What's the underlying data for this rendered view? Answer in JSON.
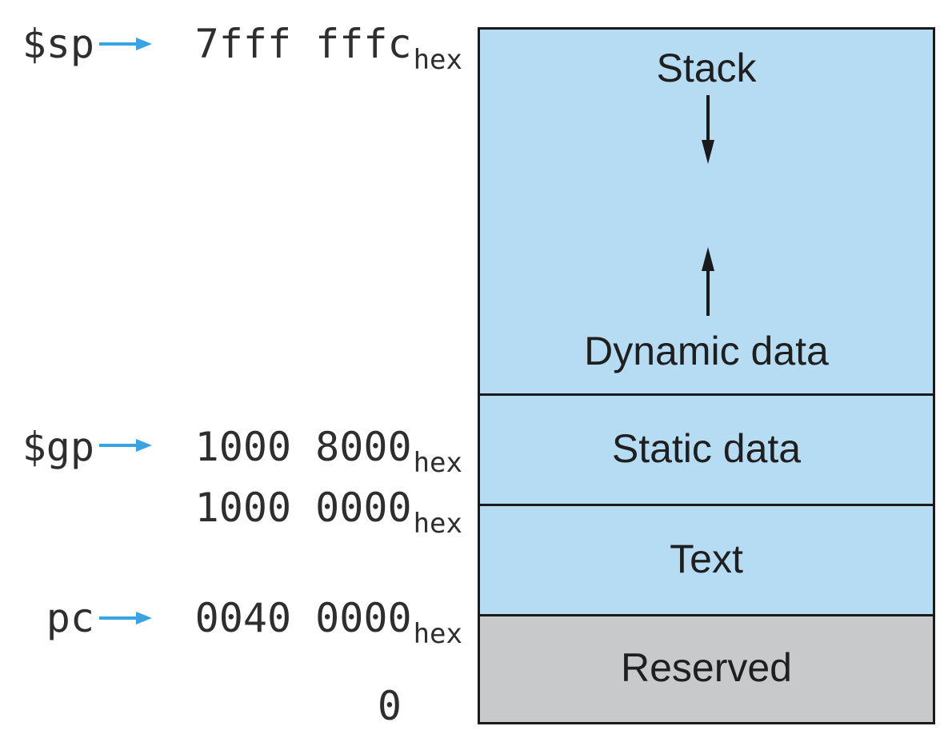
{
  "registers": {
    "sp": "$sp",
    "gp": "$gp",
    "pc": "pc"
  },
  "addresses": {
    "sp": {
      "value": "7fff fffc",
      "suffix": "hex"
    },
    "gp": {
      "value": "1000 8000",
      "suffix": "hex"
    },
    "text_start": {
      "value": "1000 0000",
      "suffix": "hex"
    },
    "pc": {
      "value": "0040 0000",
      "suffix": "hex"
    },
    "zero": "0"
  },
  "segments": {
    "stack": "Stack",
    "dynamic": "Dynamic data",
    "static": "Static data",
    "text": "Text",
    "reserved": "Reserved"
  },
  "colors": {
    "memory_segment": "#b6dcf3",
    "reserved_segment": "#c8c9ca",
    "pointer_arrow": "#3aa3e3",
    "border": "#1a1a1a"
  }
}
